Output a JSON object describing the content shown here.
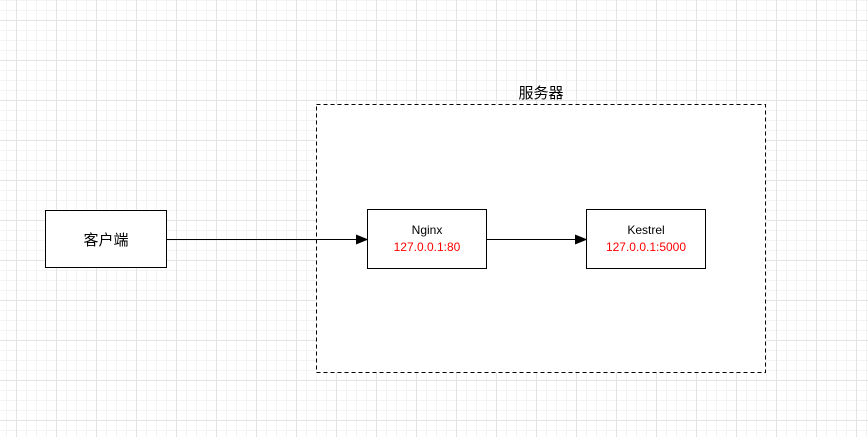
{
  "diagram": {
    "server_group": {
      "label": "服务器"
    },
    "client": {
      "label": "客户端"
    },
    "nginx": {
      "title": "Nginx",
      "subtitle": "127.0.0.1:80"
    },
    "kestrel": {
      "title": "Kestrel",
      "subtitle": "127.0.0.1:5000"
    },
    "edges": [
      {
        "from": "client",
        "to": "nginx"
      },
      {
        "from": "nginx",
        "to": "kestrel"
      }
    ],
    "colors": {
      "shape_stroke": "#000000",
      "shape_fill": "#ffffff",
      "subtitle_text": "#ff0000",
      "grid_minor": "#f3f3f3",
      "grid_major": "#e3e3e3"
    }
  }
}
